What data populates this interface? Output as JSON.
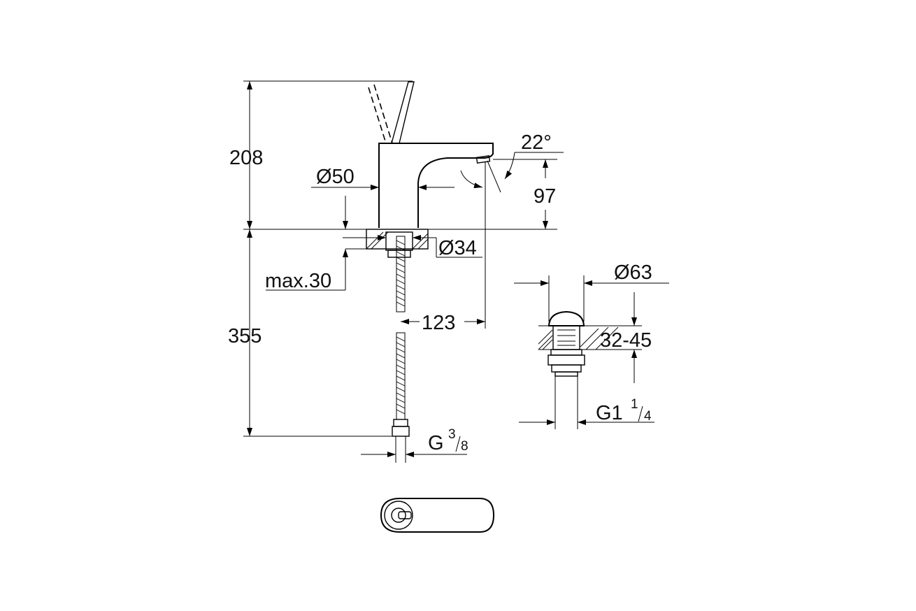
{
  "dimensions": {
    "height_above_deck": "208",
    "height_below_deck": "355",
    "body_diameter": "Ø50",
    "spout_height": "97",
    "spout_angle": "22°",
    "hole_diameter": "Ø34",
    "max_deck_thickness": "max.30",
    "spout_reach": "123",
    "connection_thread": {
      "prefix": "G",
      "numerator": "3",
      "denominator": "8"
    },
    "waste_diameter": "Ø63",
    "waste_deck_range": "32-45",
    "waste_thread": {
      "prefix": "G1",
      "numerator": "1",
      "denominator": "4"
    }
  }
}
